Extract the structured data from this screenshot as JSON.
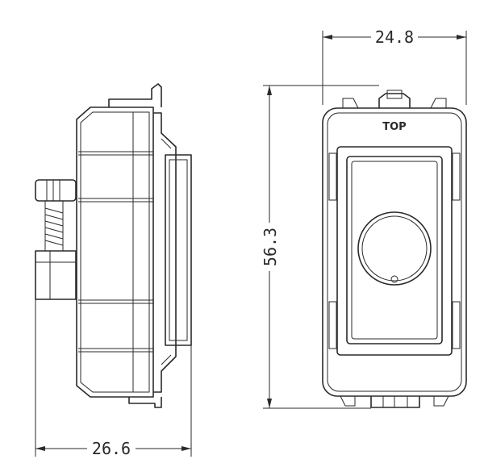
{
  "dimensions": {
    "width": "24.8",
    "height": "56.3",
    "depth": "26.6"
  },
  "front_label": "TOP"
}
